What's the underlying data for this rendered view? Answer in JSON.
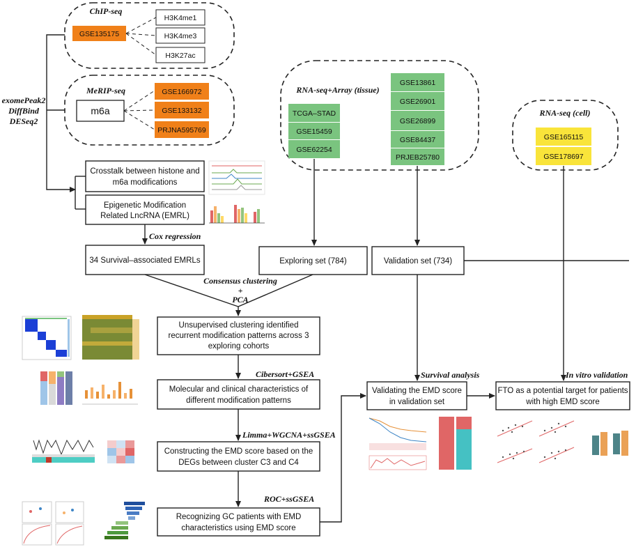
{
  "colors": {
    "orange": "#f08019",
    "green": "#7ac47f",
    "yellow": "#f9e43a",
    "black": "#222222"
  },
  "chip": {
    "title": "ChIP-seq",
    "gse": "GSE135175",
    "marks": [
      "H3K4me1",
      "H3K4me3",
      "H3K27ac"
    ]
  },
  "merip": {
    "title": "MeRIP-seq",
    "m6a": "m6a",
    "gse": [
      "GSE166972",
      "GSE133132",
      "PRJNA595769"
    ]
  },
  "tools": [
    "exomePeak2",
    "DiffBind",
    "DESeq2"
  ],
  "rnaseq_tissue": {
    "title": "RNA-seq+Array (tissue)",
    "exploring": [
      "TCGA–STAD",
      "GSE15459",
      "GSE62254"
    ],
    "validation": [
      "GSE13861",
      "GSE26901",
      "GSE26899",
      "GSE84437",
      "PRJEB25780"
    ]
  },
  "rnaseq_cell": {
    "title": "RNA-seq (cell)",
    "gse": [
      "GSE165115",
      "GSE178697"
    ]
  },
  "boxes": {
    "crosstalk": [
      "Crosstalk between histone and",
      "m6a modifications"
    ],
    "emrl": [
      "Epigenetic Modification",
      "Related LncRNA (EMRL)"
    ],
    "survival_emrls": "34 Survival–associated EMRLs",
    "exploring_set": "Exploring set (784)",
    "validation_set": "Validation set (734)",
    "unsupervised": [
      "Unsupervised clustering identified",
      "recurrent modification patterns across 3",
      "exploring cohorts"
    ],
    "molecular": [
      "Molecular and clinical characteristics of",
      "different modification  patterns"
    ],
    "constructing": [
      "Constructing the EMD score based on the",
      "DEGs between cluster C3 and C4"
    ],
    "recognizing": [
      "Recognizing GC patients with EMD",
      "characteristics using EMD score"
    ],
    "validating": [
      "Validating the EMD score",
      "in validation set"
    ],
    "fto": [
      "FTO as a potential target for patients",
      "with high EMD score"
    ]
  },
  "labels": {
    "cox": "Cox regression",
    "consensus": "Consensus clustering",
    "plus": "+",
    "pca": "PCA",
    "cibersort": "Cibersort+GSEA",
    "limma": "Limma+WGCNA+ssGSEA",
    "roc": "ROC+ssGSEA",
    "survival": "Survival analysis",
    "invitro": "In vitro validation"
  }
}
